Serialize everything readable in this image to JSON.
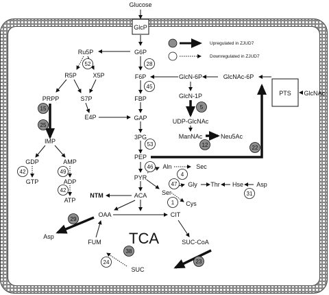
{
  "inputs": {
    "glucose": "Glucose",
    "glcnac": "GlcNAc"
  },
  "transporters": {
    "glcp": "GlcP",
    "pts": "PTS"
  },
  "legend": {
    "up_text": "Upregulated in ZJUD7",
    "down_text": "Downregulated in ZJUD7"
  },
  "metabolites": {
    "ru5p": "Ru5P",
    "r5p": "R5P",
    "x5p": "X5P",
    "s7p": "S7P",
    "prpp": "PRPP",
    "e4p": "E4P",
    "imp": "IMP",
    "gdp": "GDP",
    "amp": "AMP",
    "gtp": "GTP",
    "adp": "ADP",
    "atp": "ATP",
    "g6p": "G6P",
    "f6p": "F6P",
    "fbp": "FBP",
    "gap": "GAP",
    "3pg": "3PG",
    "pep": "PEP",
    "pyr": "PYR",
    "aca": "ACA",
    "ntm": "NTM",
    "oaa": "OAA",
    "cit": "CIT",
    "asp_left": "Asp",
    "fum": "FUM",
    "suc": "SUC",
    "succoa": "SUC-CoA",
    "tca": "TCA",
    "glcn6p": "GlcN-6P",
    "glcnac6p": "GlcNAc-6P",
    "glcn1p": "GlcN-1P",
    "udpglcnac": "UDP-GlcNAc",
    "mannac": "ManNAc",
    "neu5ac": "Neu5Ac",
    "aln": "Aln",
    "sec": "Sec",
    "ser": "Ser",
    "gly": "Gly",
    "thr": "Thr",
    "hse": "Hse",
    "asp_right": "Asp",
    "cys": "Cys"
  },
  "enzymes": {
    "e52": "52",
    "e28": "28",
    "e45": "45",
    "e15": "15",
    "e25": "25",
    "e5": "5",
    "e53": "53",
    "e12": "12",
    "e42a": "42",
    "e49": "49",
    "e42b": "42",
    "e46": "46",
    "e4": "4",
    "e47": "47",
    "e31": "31",
    "e1": "1",
    "e22": "22",
    "e29": "29",
    "e38": "38",
    "e24": "24",
    "e23": "23"
  },
  "colors": {
    "upregulated": "#8c8c8c",
    "downregulated": "#ffffff",
    "membrane": "#999999",
    "ink": "#111111"
  }
}
